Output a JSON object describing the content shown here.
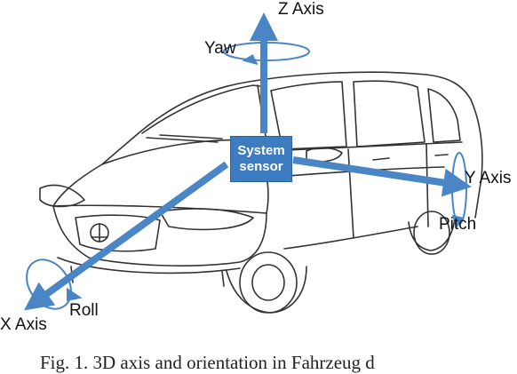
{
  "labels": {
    "z_axis": "Z Axis",
    "yaw": "Yaw",
    "y_axis": "Y Axis",
    "pitch": "Pitch",
    "x_axis": "X Axis",
    "roll": "Roll"
  },
  "sensor": {
    "line1": "System",
    "line2": "sensor"
  },
  "caption": "Fig. 1. 3D axis and orientation in Fahrzeug d",
  "colors": {
    "arrow": "#4a86c5",
    "outline": "#333333"
  }
}
